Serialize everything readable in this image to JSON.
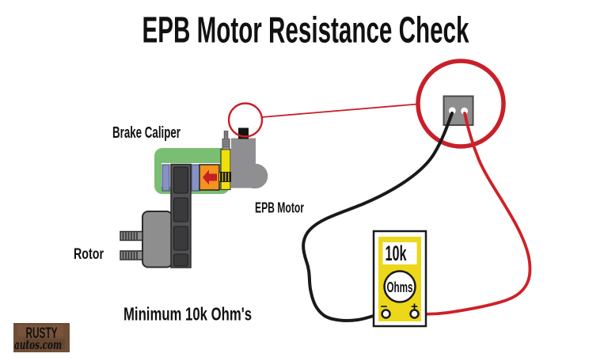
{
  "title": "EPB Motor Resistance Check",
  "labels": {
    "brake_caliper": "Brake Caliper",
    "epb_motor": "EPB Motor",
    "rotor": "Rotor",
    "note": "Minimum 10k Ohm's"
  },
  "multimeter": {
    "display_value": "10k",
    "dial_label": "Ohms",
    "negative_terminal": "−",
    "positive_terminal": "+"
  },
  "logo": {
    "line1": "RUSTY",
    "line2": "autos.com"
  },
  "colors": {
    "caliper_green": "#79BE72",
    "pad_blue": "#8791C5",
    "piston_orange": "#F6921E",
    "arrow_red": "#C42026",
    "spindle_yellow": "#EFE00A",
    "housing_gray": "#8F8F91",
    "hub_gray": "#8E8E8E",
    "rotor_dark": "#515153",
    "rotor_vent": "#3A3A3C",
    "highlight_red": "#C8202A",
    "wire_black": "#1A1A1A",
    "wire_red": "#CE2127",
    "meter_yellow": "#EDD71B",
    "logo_brown": "#6F4E36",
    "logo_cream": "#EDE5D0",
    "logo_orange": "#D4731D"
  }
}
